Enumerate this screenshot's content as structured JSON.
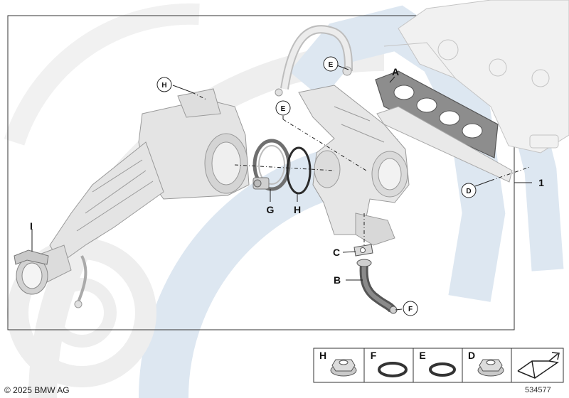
{
  "colors": {
    "watermark_blue": "#dde7f1",
    "watermark_gray": "#eeeeee",
    "part_fill": "#e6e6e6",
    "part_stroke": "#9a9a9a",
    "line": "#222222"
  },
  "callouts": {
    "A": "A",
    "B": "B",
    "C": "C",
    "D": "D",
    "E1": "E",
    "E2": "E",
    "F": "F",
    "G": "G",
    "H1": "H",
    "H2": "H",
    "I": "I",
    "one": "1"
  },
  "legend": {
    "items": [
      {
        "letter": "H",
        "icon": "flange-nut-icon"
      },
      {
        "letter": "F",
        "icon": "seal-ring-icon"
      },
      {
        "letter": "E",
        "icon": "seal-ring-icon"
      },
      {
        "letter": "D",
        "icon": "flange-nut-icon"
      }
    ],
    "assembly_icon": "assembly-arrow-icon"
  },
  "footer": {
    "copyright": "© 2025 BMW AG",
    "doc_number": "534577"
  }
}
